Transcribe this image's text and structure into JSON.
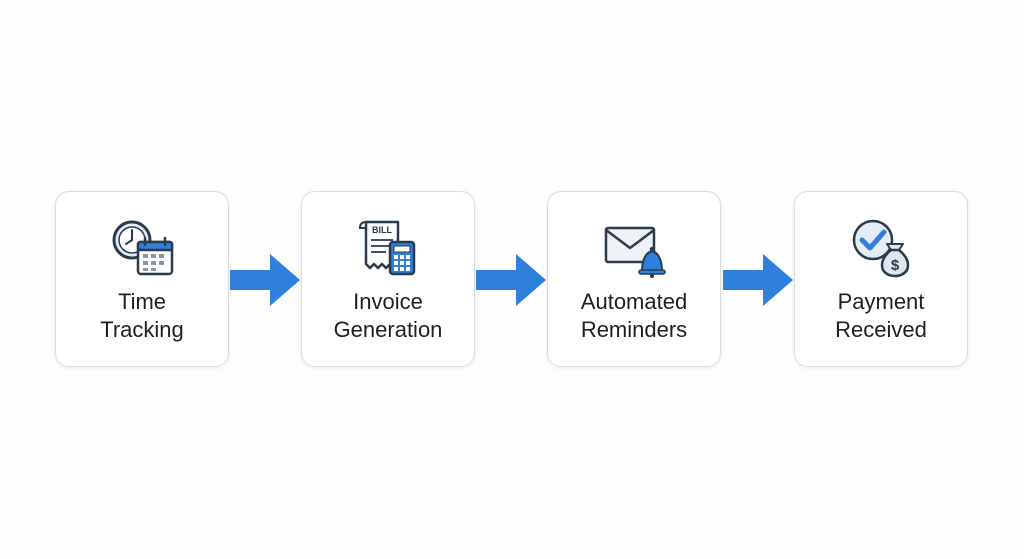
{
  "steps": [
    {
      "line1": "Time",
      "line2": "Tracking",
      "icon": "clock-calendar-icon"
    },
    {
      "line1": "Invoice",
      "line2": "Generation",
      "icon": "bill-calculator-icon",
      "icon_text": "BILL"
    },
    {
      "line1": "Automated",
      "line2": "Reminders",
      "icon": "envelope-bell-icon"
    },
    {
      "line1": "Payment",
      "line2": "Received",
      "icon": "check-money-bag-icon",
      "icon_text": "$"
    }
  ],
  "colors": {
    "arrow": "#2f7fdc",
    "icon_stroke": "#2b3a4d",
    "icon_accent": "#2f7fdc",
    "card_border": "#dcdcdc",
    "text": "#1f1f1f"
  }
}
